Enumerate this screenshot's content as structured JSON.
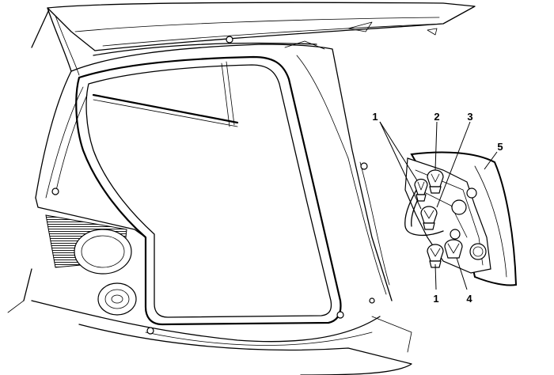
{
  "callouts": [
    {
      "id": "c1a",
      "text": "1"
    },
    {
      "id": "c2",
      "text": "2"
    },
    {
      "id": "c3",
      "text": "3"
    },
    {
      "id": "c5",
      "text": "5"
    },
    {
      "id": "c1b",
      "text": "1"
    },
    {
      "id": "c4",
      "text": "4"
    }
  ]
}
